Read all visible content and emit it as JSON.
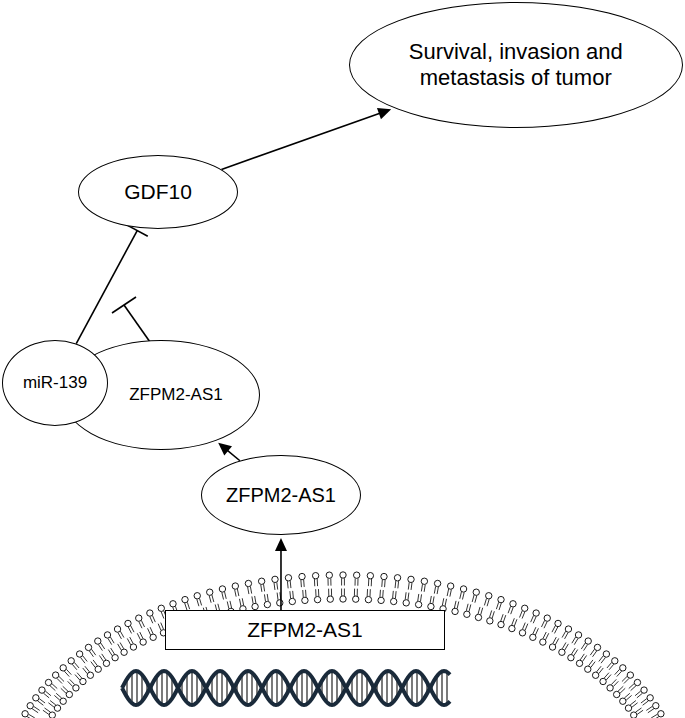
{
  "diagram": {
    "nodes": [
      {
        "text": [
          "Survival, invasion and metastasis of tumor"
        ]
      },
      {
        "text": [
          "GDF10"
        ]
      },
      {
        "text": [
          "miR-139"
        ]
      },
      {
        "text": [
          "ZFPM2-AS1"
        ]
      },
      {
        "text": [
          "ZFPM2-AS1"
        ]
      },
      {
        "text": [
          "ZFPM2-AS1"
        ]
      }
    ],
    "edges": [
      {
        "from": 1,
        "to": 0,
        "arrow": "to"
      },
      {
        "from": 2,
        "to": 1,
        "arrow": "to"
      },
      {
        "from": 4,
        "to": 3,
        "arrow": "to"
      },
      {
        "from": 5,
        "to": 4,
        "arrow": "to"
      }
    ]
  }
}
